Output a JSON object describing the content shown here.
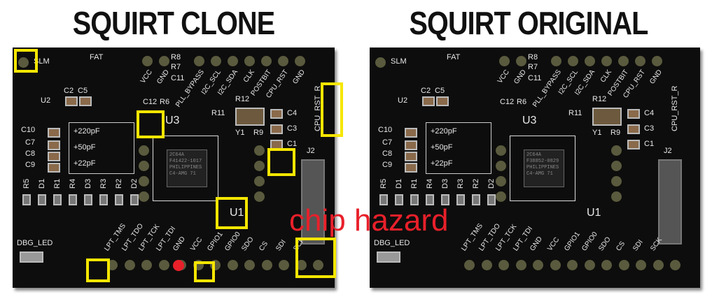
{
  "titles": {
    "clone": "SQUIRT CLONE",
    "original": "SQUIRT ORIGINAL"
  },
  "annotation": {
    "text": "chip hazard",
    "color": "#e8202a",
    "highlight_color": "#f6e600"
  },
  "board": {
    "top_left": [
      "SLM",
      "FAT"
    ],
    "top_pins": [
      "VCC",
      "GND",
      "PLL_BYPASS",
      "I2C_SCL",
      "I2C_SDA",
      "CLK",
      "POSTBIT",
      "CPU_RST",
      "GND"
    ],
    "cpu_rst_label": "CPU_RST_R",
    "components": [
      "R8",
      "R7",
      "C11",
      "C12",
      "R6",
      "R12",
      "R11",
      "Y1",
      "R9",
      "C4",
      "C3",
      "C1",
      "J2",
      "U2",
      "C2",
      "C5",
      "C10",
      "C7",
      "C8",
      "C9",
      "U3",
      "U1",
      "DBG_LED"
    ],
    "caps": [
      "+220pF",
      "+50pF",
      "+22pF"
    ],
    "bottom_row": [
      "R5",
      "D1",
      "R1",
      "R4",
      "D3",
      "R3",
      "R2",
      "D2"
    ],
    "bottom_pins": [
      "LPT_TMS",
      "LPT_TDO",
      "LPT_TCK",
      "LPT_TDI",
      "GND",
      "VCC",
      "GPIO1",
      "GPIO0",
      "SDO",
      "CS",
      "SDI",
      "SCK"
    ],
    "chip_clone": [
      "2C64A",
      "F41422-1017",
      "PHILIPPINES",
      "C4-AMG 71"
    ],
    "chip_original": [
      "2C64A",
      "F38852-0829",
      "PHILIPPINES",
      "C4-AMG 71"
    ]
  }
}
